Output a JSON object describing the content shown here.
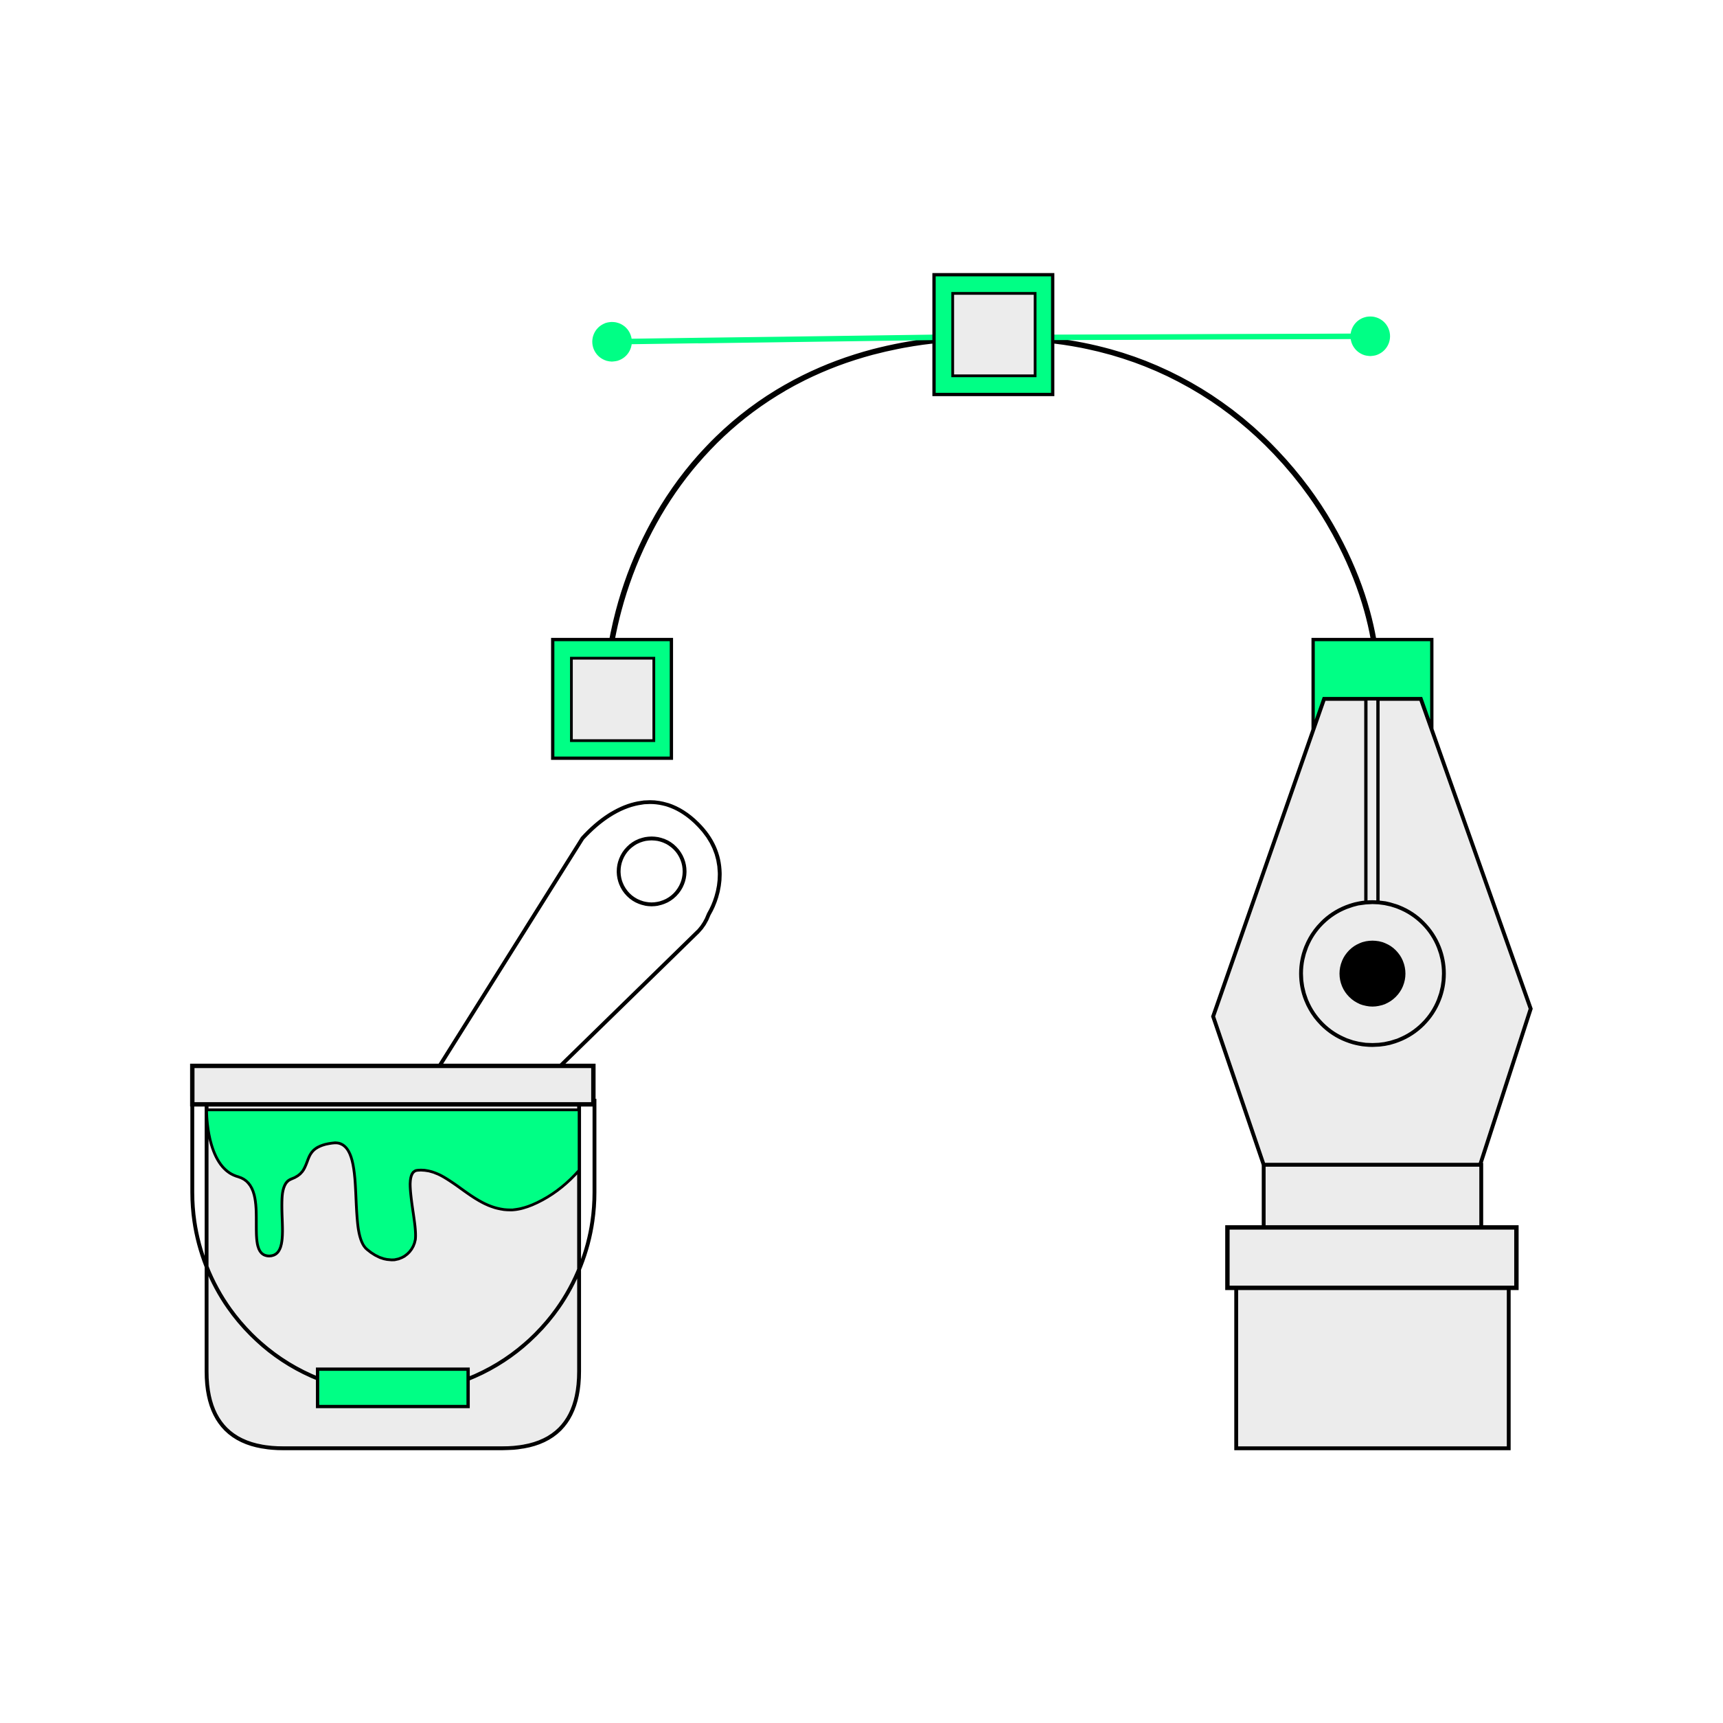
{
  "illustration": {
    "subject": [
      "bezier-curve",
      "paint-bucket",
      "pen-nib"
    ],
    "icons": [
      "anchor-point-icon",
      "handle-point-icon",
      "paint-bucket-icon",
      "stir-stick-icon",
      "pen-nib-icon"
    ]
  },
  "colors": {
    "accent": "#00ff85",
    "fill": "#ececec",
    "stroke": "#000000",
    "background": "#ffffff"
  }
}
